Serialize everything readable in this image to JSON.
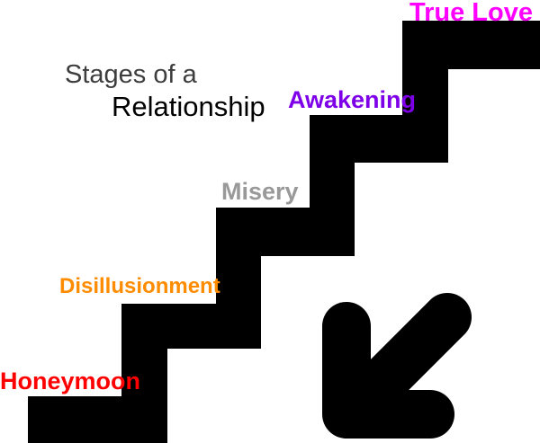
{
  "title": {
    "line1": "Stages of a",
    "line2": "Relationship",
    "line1_color": "#3d3d3d",
    "line2_color": "#000000"
  },
  "stages": [
    {
      "id": "honeymoon",
      "label": "Honeymoon",
      "color": "#ff0000",
      "step": 1
    },
    {
      "id": "disillusionment",
      "label": "Disillusionment",
      "color": "#ff8c00",
      "step": 2
    },
    {
      "id": "misery",
      "label": "Misery",
      "color": "#999999",
      "step": 3
    },
    {
      "id": "awakening",
      "label": "Awakening",
      "color": "#7d00e8",
      "step": 4
    },
    {
      "id": "true-love",
      "label": "True Love",
      "color": "#ff00ff",
      "step": 5
    }
  ],
  "graphic": {
    "staircase_color": "#000000",
    "arrow_color": "#000000",
    "arrow_direction": "down-left",
    "background": "#ffffff"
  },
  "chart_data": {
    "type": "bar",
    "title": "Stages of a Relationship",
    "xlabel": "",
    "ylabel": "",
    "categories": [
      "Honeymoon",
      "Disillusionment",
      "Misery",
      "Awakening",
      "True Love"
    ],
    "values": [
      1,
      2,
      3,
      4,
      5
    ],
    "ylim": [
      0,
      5
    ],
    "grid": false,
    "legend": "none",
    "colors": [
      "#ff0000",
      "#ff8c00",
      "#999999",
      "#7d00e8",
      "#ff00ff"
    ],
    "annotations": [
      "down-left arrow"
    ]
  }
}
